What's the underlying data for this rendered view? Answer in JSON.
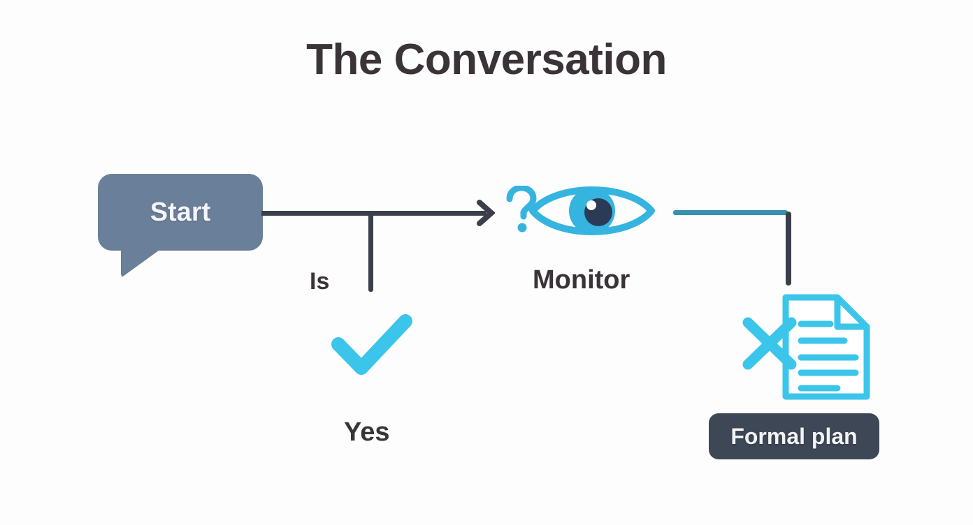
{
  "diagram": {
    "title": "The Conversation",
    "background_color": "#fdfdfd",
    "title_color": "#3a3338"
  },
  "nodes": {
    "start": {
      "label": "Start",
      "shape": "speech-bubble",
      "fill": "#6a7f99",
      "text_color": "#f4f5f7"
    },
    "is": {
      "label": "Is",
      "text_color": "#3a3338"
    },
    "yes": {
      "label": "Yes",
      "icon": "check-icon",
      "icon_color": "#3bc5ea",
      "text_color": "#3a3338"
    },
    "monitor": {
      "label": "Monitor",
      "icon": "eye-icon",
      "icon_color": "#35b4e0",
      "pupil_color": "#2b3a55",
      "question_icon": "question-mark-icon",
      "text_color": "#3a3338"
    },
    "formal_plan": {
      "label": "Formal plan",
      "shape": "rounded-pill",
      "fill": "#3e4756",
      "text_color": "#f2f3f5",
      "icon": "document-cancelled-icon",
      "icon_color": "#3bc5ea"
    }
  },
  "connectors": {
    "start_to_monitor": {
      "type": "arrow-right",
      "color": "#3a3f4a",
      "label": "Is"
    },
    "branch_to_yes": {
      "type": "line-vertical",
      "color": "#3a3f4a"
    },
    "monitor_to_plan": {
      "type": "line-horizontal",
      "color": "#3691ad"
    },
    "plan_drop": {
      "type": "line-vertical",
      "color": "#3a3f4a"
    }
  }
}
